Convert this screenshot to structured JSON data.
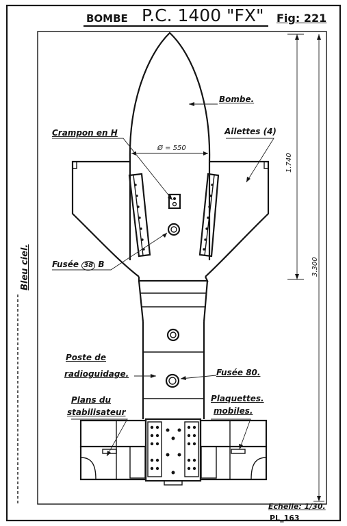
{
  "title": {
    "bombe": "BOMBE",
    "model": "P.C. 1400 \"FX\"",
    "fig": "Fig: 221"
  },
  "labels": {
    "bombe": "Bombe.",
    "crampon": "Crampon en H",
    "ailettes": "Ailettes (4)",
    "diameter": "Ø = 550",
    "dim_1740": "1.740",
    "dim_3300": "3.300",
    "bleu_ciel": "Bleu ciel.",
    "fusee_38_pre": "Fusée",
    "fusee_38_num": "38",
    "fusee_38_post": "B",
    "poste_line1": "Poste  de",
    "poste_line2": "radioguidage.",
    "fusee_80": "Fusée 80.",
    "plans_line1": "Plans du",
    "plans_line2": "stabilisateur",
    "plaquettes_line1": "Plaquettes.",
    "plaquettes_line2": "mobiles.",
    "echelle": "Echelle: 1/30.",
    "plate": "PL_163"
  },
  "colors": {
    "ink": "#151515",
    "paper": "#ffffff"
  }
}
